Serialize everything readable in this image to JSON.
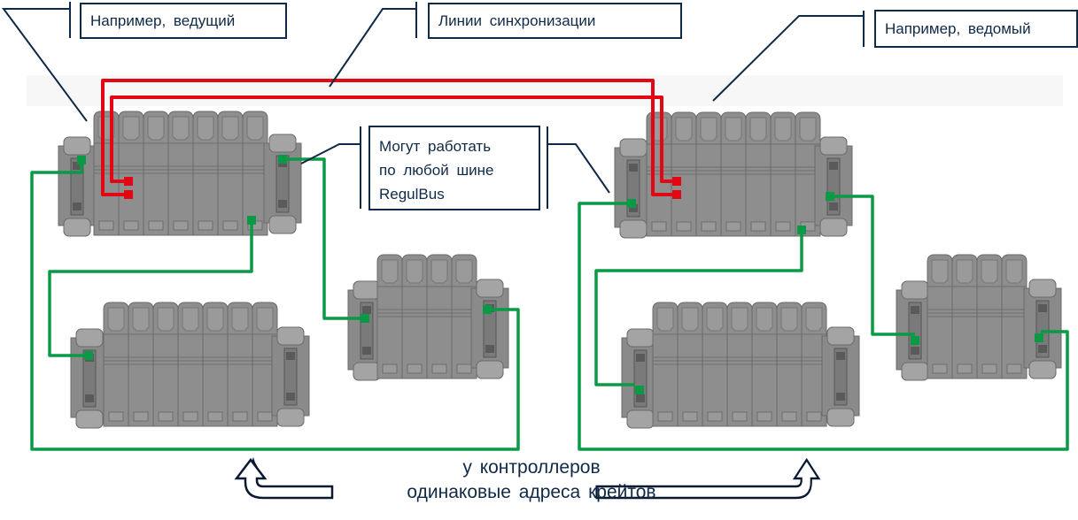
{
  "diagram": {
    "callouts": {
      "master": "Например,  ведущий",
      "sync_lines": "Линии  синхронизации",
      "slave": "Например,  ведомый",
      "regulbus_line1": "Могут работать",
      "regulbus_line2": "по любой  шине",
      "regulbus_line3": "RegulBus"
    },
    "bottom_note": {
      "line1": "у контроллеров",
      "line2": "одинаковые  адреса крейтов"
    },
    "colors": {
      "sync_line": "#e30613",
      "bus_line": "#0a9a45",
      "callout_border": "#0f2a47",
      "module": "#8c8c8c"
    },
    "controllers": [
      {
        "id": "master-main",
        "role": "master",
        "modules": 7
      },
      {
        "id": "master-ext-1",
        "role": "extension",
        "modules": 7
      },
      {
        "id": "master-ext-2",
        "role": "extension",
        "modules": 4
      },
      {
        "id": "slave-main",
        "role": "slave",
        "modules": 7
      },
      {
        "id": "slave-ext-1",
        "role": "extension",
        "modules": 7
      },
      {
        "id": "slave-ext-2",
        "role": "extension",
        "modules": 4
      }
    ]
  }
}
